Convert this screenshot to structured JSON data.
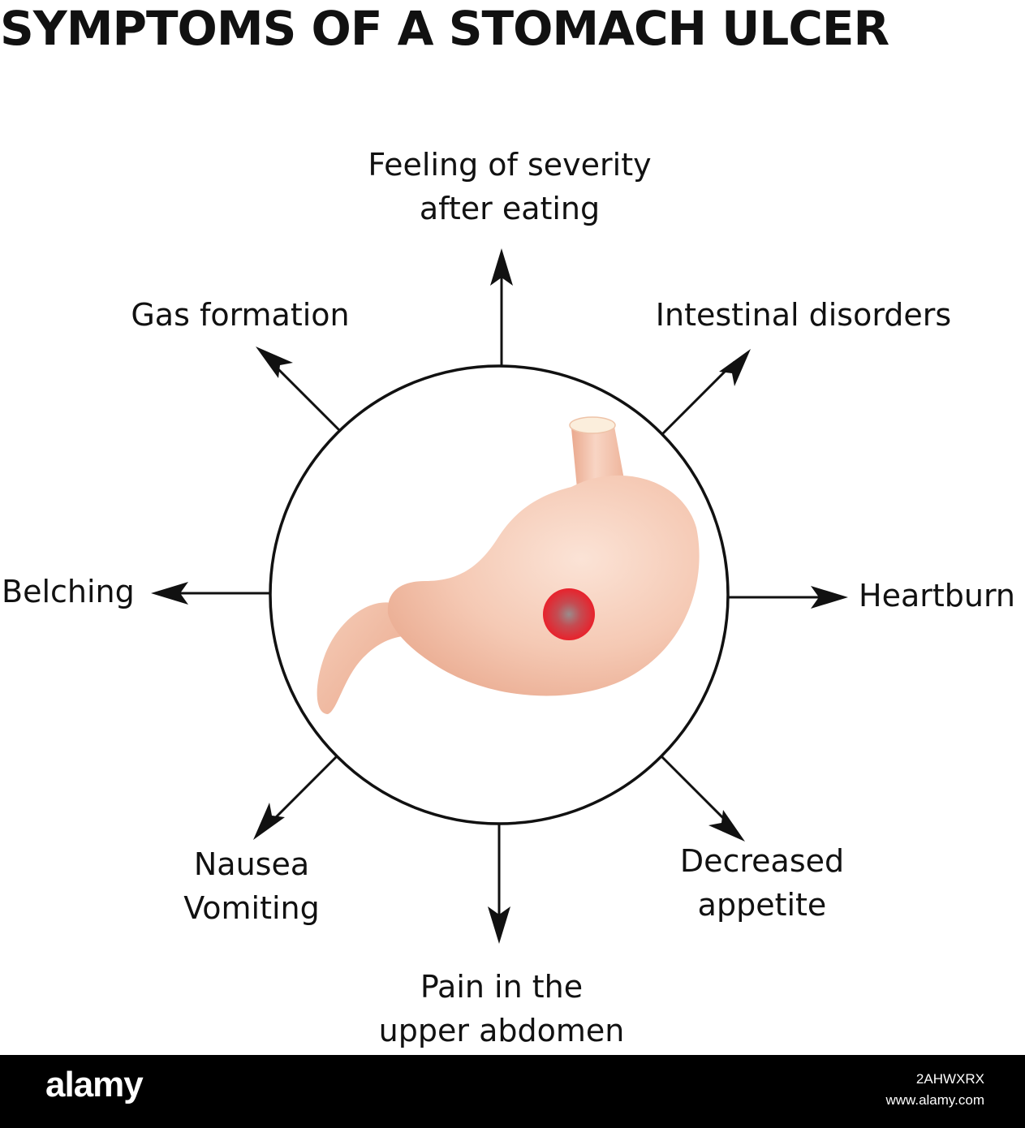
{
  "title": "SYMPTOMS OF A STOMACH ULCER",
  "symptoms": {
    "top": [
      "Feeling of severity",
      "after eating"
    ],
    "top_left": "Gas formation",
    "top_right": "Intestinal disorders",
    "left": "Belching",
    "right": "Heartburn",
    "bottom_left": [
      "Nausea",
      "Vomiting"
    ],
    "bottom_right": [
      "Decreased",
      "appetite"
    ],
    "bottom": [
      "Pain in the",
      "upper abdomen"
    ]
  },
  "footer": {
    "logo": "alamy",
    "image_id": "2AHWXRX",
    "url": "www.alamy.com"
  },
  "colors": {
    "stomach": "#f3c2ac",
    "ulcer": "#e8222c",
    "background": "#ffffff",
    "footer": "#000000"
  },
  "icons": {
    "center": "stomach-icon",
    "lesion": "ulcer-spot-icon"
  }
}
